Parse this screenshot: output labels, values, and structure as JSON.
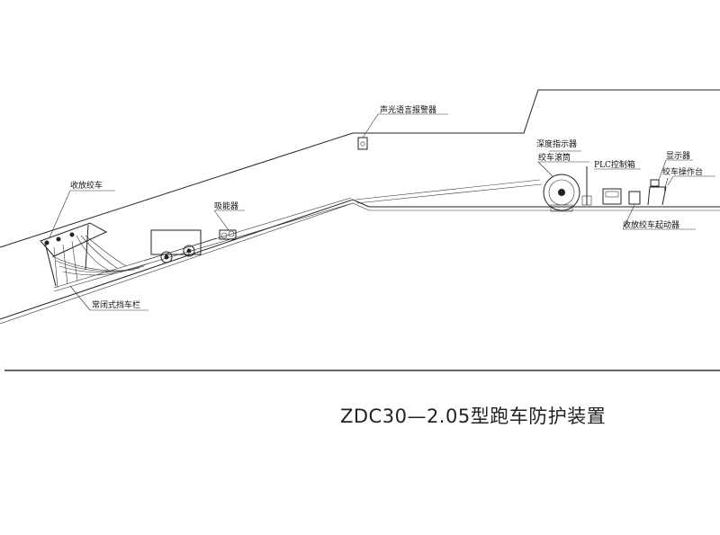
{
  "labels": {
    "alarm": "声光语言报警器",
    "depth_indicator": "深度指示器",
    "winch_drum": "绞车滚筒",
    "plc_box": "PLC控制箱",
    "display": "显示器",
    "winch_console": "绞车操作台",
    "winch_starter": "收放绞车起动器",
    "winch": "收放绞车",
    "absorber": "吸能器",
    "barrier": "常闭式挡车栏"
  },
  "title": "ZDC30—2.05型跑车防护装置"
}
